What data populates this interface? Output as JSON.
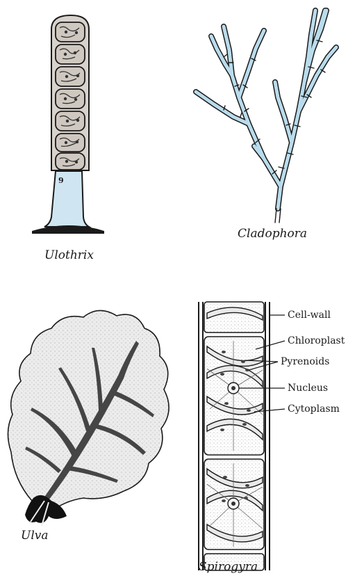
{
  "figures": {
    "ulothrix": {
      "caption": "Ulothrix",
      "cell_mark": "9"
    },
    "cladophora": {
      "caption": "Cladophora"
    },
    "ulva": {
      "caption": "Ulva"
    },
    "spirogyra": {
      "caption": "Spirogyra",
      "labels": {
        "cell_wall": "Cell-wall",
        "chloroplast": "Chloroplast",
        "pyrenoids": "Pyrenoids",
        "nucleus": "Nucleus",
        "cytoplasm": "Cytoplasm"
      }
    }
  },
  "colors": {
    "ink": "#1a1a1a",
    "holdfast_fill": "#cfe6f2",
    "filament_fill": "#b9dcec",
    "ulva_fill": "#ececec",
    "stipple": "#555555"
  }
}
